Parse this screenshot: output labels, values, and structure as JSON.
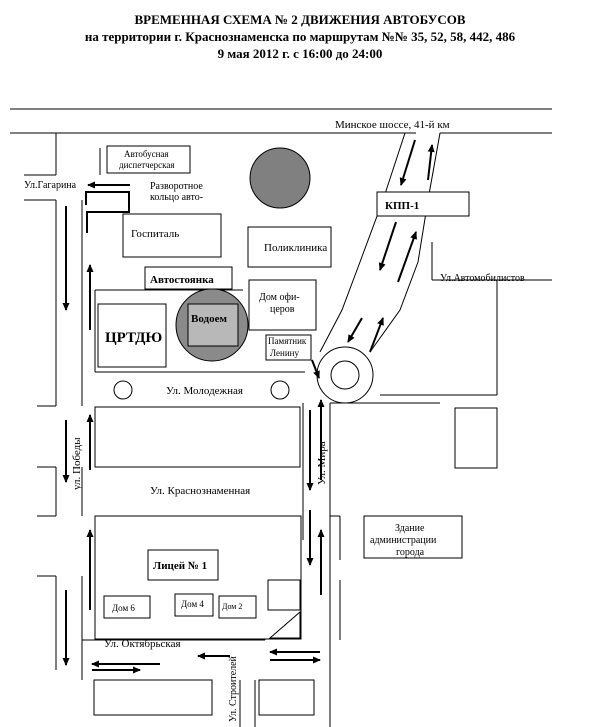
{
  "header": {
    "line1": "ВРЕМЕННАЯ СХЕМА № 2 ДВИЖЕНИЯ АВТОБУСОВ",
    "line2": "на территории г. Краснознаменска по маршрутам №№ 35, 52, 58, 442, 486",
    "line3": "9 мая 2012 г. с 16:00 до 24:00"
  },
  "roads": {
    "minskoe": "Минское шоссе,  41-й км",
    "gagarina": "Ул.Гагарина",
    "avtomobilistov": "Ул.Автомобилистов",
    "molodezhnaya": "Ул. Молодежная",
    "pobedy": "ул. Победы",
    "mira": "Ул. Мира",
    "krasnoznamennaya": "Ул. Краснознаменная",
    "oktyabrskaya": "Ул. Октябрьская",
    "stroiteley": "Ул. Строителей"
  },
  "buildings": {
    "dispatch_1": "Автобусная",
    "dispatch_2": "диспетчерская",
    "turnaround_1": "Разворотное",
    "turnaround_2": "кольцо авто-",
    "kpp": "КПП-1",
    "hospital": "Госпиталь",
    "polyclinic": "Поликлиника",
    "parking": "Автостоянка",
    "officers_1": "Дом офи-",
    "officers_2": "церов",
    "crtdu": "ЦРТДЮ",
    "pond": "Водоем",
    "monument_1": "Памятник",
    "monument_2": "Ленину",
    "admin_1": "Здание",
    "admin_2": "администрации",
    "admin_3": "города",
    "lyceum": "Лицей № 1",
    "dom6": "Дом 6",
    "dom4": "Дом 4",
    "dom2": "Дом 2"
  }
}
